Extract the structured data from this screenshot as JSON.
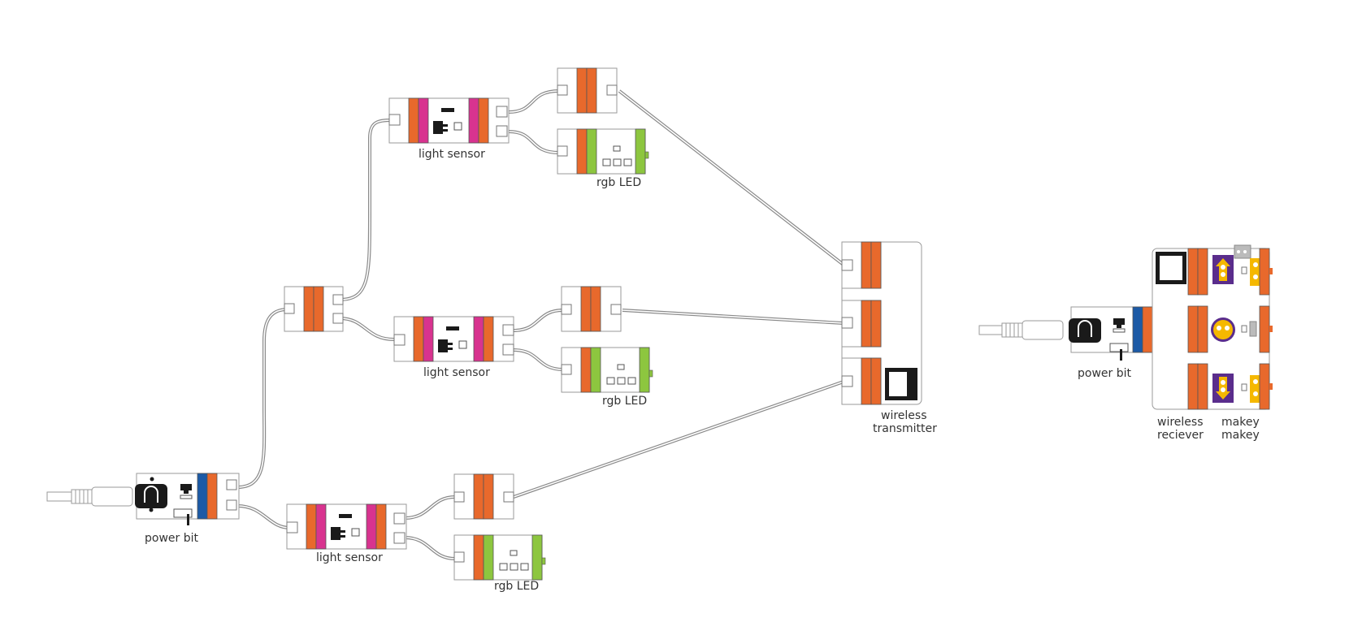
{
  "labels": {
    "light_sensor": "light sensor",
    "rgb_led": "rgb LED",
    "power_bit": "power bit",
    "wireless_transmitter_1": "wireless",
    "wireless_transmitter_2": "transmitter",
    "wireless_receiver_1": "wireless",
    "wireless_receiver_2": "reciever",
    "makey_1": "makey",
    "makey_2": "makey"
  },
  "colors": {
    "orange": "#E8692C",
    "magenta": "#D8338F",
    "green": "#8DC63F",
    "blue": "#1C5AA6",
    "purple": "#5A2D8C",
    "yellow": "#F5B800",
    "outline": "#9A9A9A",
    "wire": "#8A8A8A"
  }
}
